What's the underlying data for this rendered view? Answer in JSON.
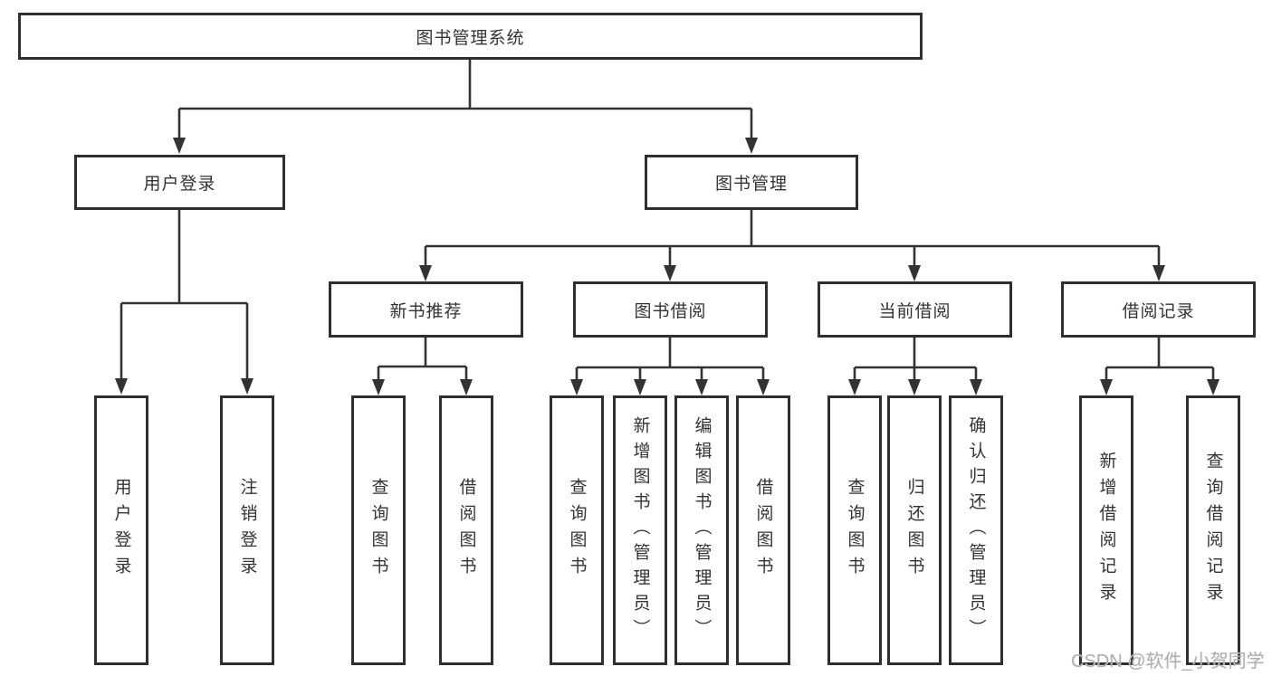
{
  "colors": {
    "line": "#333333",
    "box_border": "#2f2f2f",
    "text": "#333333",
    "watermark": "#b0b0b0",
    "background": "#ffffff"
  },
  "diagram": {
    "root": {
      "label": "图书管理系统"
    },
    "level2": {
      "user_login": {
        "label": "用户登录"
      },
      "book_mgmt": {
        "label": "图书管理"
      }
    },
    "level3": {
      "new_book_rec": {
        "label": "新书推荐"
      },
      "book_borrow": {
        "label": "图书借阅"
      },
      "current_borrow": {
        "label": "当前借阅"
      },
      "borrow_records": {
        "label": "借阅记录"
      }
    },
    "leaves": {
      "user_login_leaf": {
        "label": "用户登录"
      },
      "logout_leaf": {
        "label": "注销登录"
      },
      "rec_query_book": {
        "label": "查询图书"
      },
      "rec_borrow_book": {
        "label": "借阅图书"
      },
      "bb_query_book": {
        "label": "查询图书"
      },
      "bb_add_book": {
        "label": "新增图书（管理员）"
      },
      "bb_edit_book": {
        "label": "编辑图书（管理员）"
      },
      "bb_borrow_book": {
        "label": "借阅图书"
      },
      "cb_query_book": {
        "label": "查询图书"
      },
      "cb_return_book": {
        "label": "归还图书"
      },
      "cb_confirm_return": {
        "label": "确认归还（管理员）"
      },
      "br_add_record": {
        "label": "新增借阅记录"
      },
      "br_query_record": {
        "label": "查询借阅记录"
      }
    }
  },
  "watermark": {
    "text": "CSDN @软件_小贺同学"
  }
}
